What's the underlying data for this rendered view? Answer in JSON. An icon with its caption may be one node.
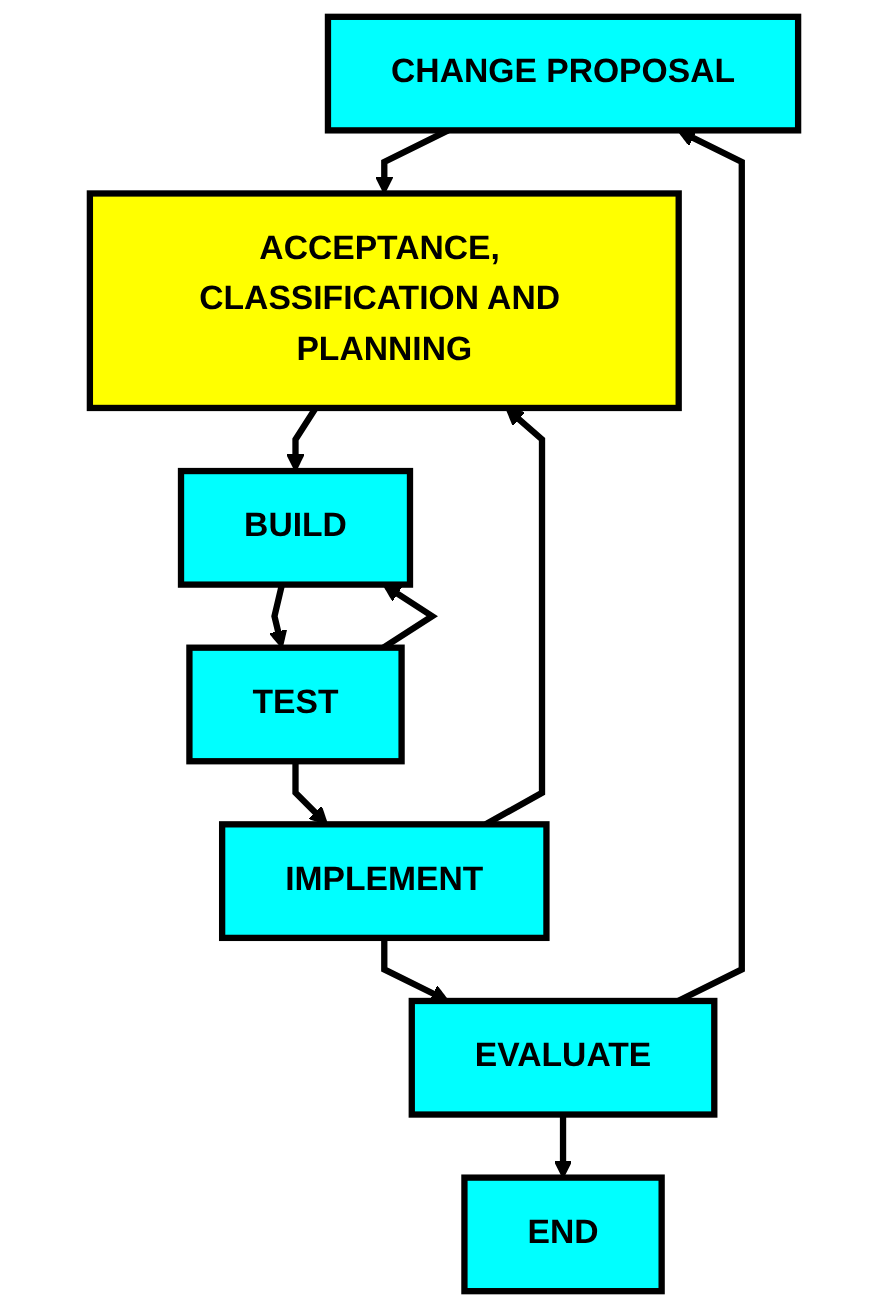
{
  "diagram": {
    "nodes": [
      {
        "text": [
          "CHANGE PROPOSAL"
        ]
      },
      {
        "text": [
          "ACCEPTANCE, CLASSIFICATION AND PLANNING"
        ]
      },
      {
        "text": [
          "BUILD"
        ]
      },
      {
        "text": [
          "TEST"
        ]
      },
      {
        "text": [
          "IMPLEMENT"
        ]
      },
      {
        "text": [
          "EVALUATE"
        ]
      },
      {
        "text": [
          "END"
        ]
      }
    ],
    "edges": [
      {
        "from": 0,
        "to": 1,
        "arrow": "to"
      },
      {
        "from": 1,
        "to": 2,
        "arrow": "to"
      },
      {
        "from": 2,
        "to": 3,
        "arrow": "to"
      },
      {
        "from": 3,
        "to": 2,
        "arrow": "to"
      },
      {
        "from": 3,
        "to": 4,
        "arrow": "to"
      },
      {
        "from": 4,
        "to": 1,
        "arrow": "to"
      },
      {
        "from": 4,
        "to": 5,
        "arrow": "to"
      },
      {
        "from": 5,
        "to": 6,
        "arrow": "to"
      },
      {
        "from": 5,
        "to": 0,
        "arrow": "to"
      }
    ]
  }
}
